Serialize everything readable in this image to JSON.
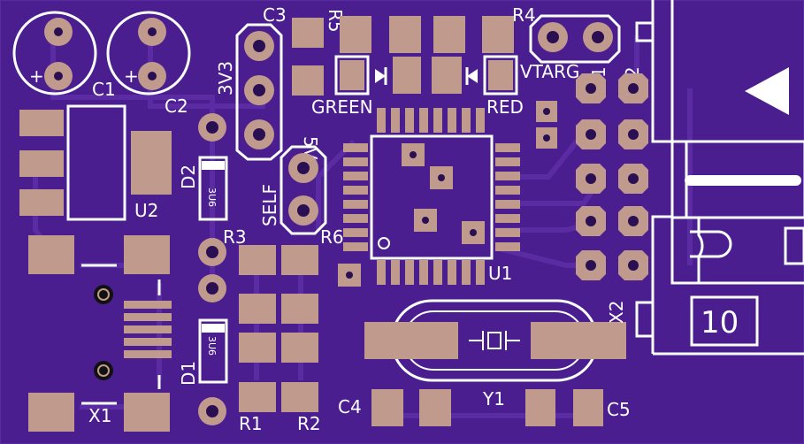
{
  "colors": {
    "board": "#4b1e8f",
    "mask_dark": "#3d1677",
    "pad": "#c09a8c",
    "silk": "#ffffff",
    "hole": "#2a0f52"
  },
  "labels": {
    "c1": "C1",
    "c2": "C2",
    "c3": "C3",
    "c4": "C4",
    "c5": "C5",
    "r1": "R1",
    "r2": "R2",
    "r3": "R3",
    "r4": "R4",
    "r5": "R5",
    "r6": "R6",
    "u1": "U1",
    "u2": "U2",
    "d1": "D1",
    "d2": "D2",
    "x1": "X1",
    "x2": "X2",
    "y1": "Y1",
    "v3v3": "3V3",
    "v5": "5V",
    "self": "SELF",
    "green": "GREEN",
    "red": "RED",
    "vtarg": "VTARG",
    "pin1": "1",
    "pin2": "2",
    "diode_value_1": "3U6",
    "diode_value_2": "3U6",
    "plus_1": "+",
    "plus_2": "+",
    "header_count": "10"
  },
  "icons": {
    "crystal": "crystal-symbol-icon",
    "pin1_arrow": "pin1-triangle-icon",
    "led_green": "led-diode-icon",
    "led_red": "led-diode-icon"
  }
}
